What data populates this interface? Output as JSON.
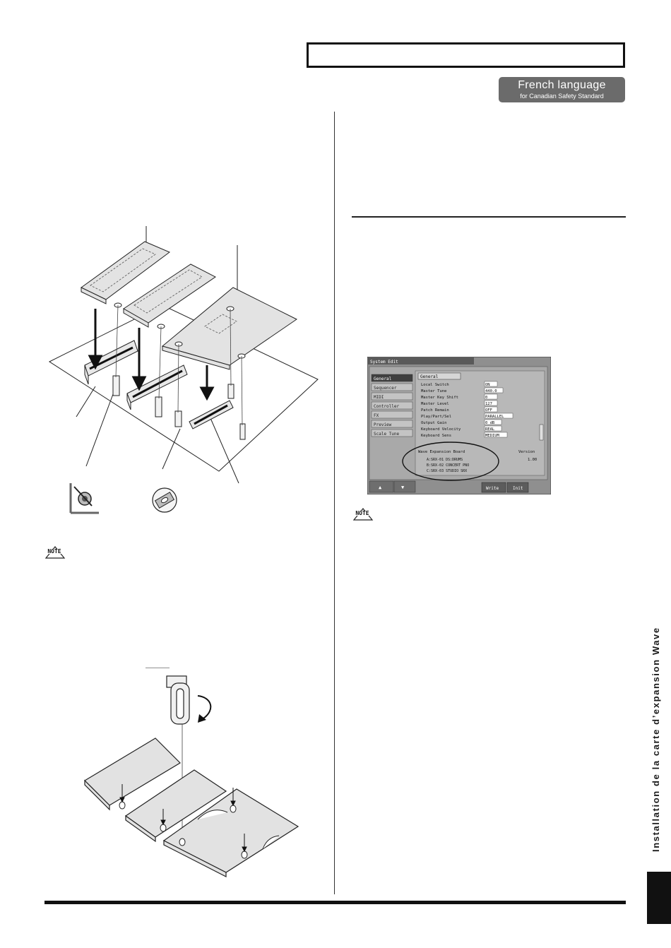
{
  "header": {
    "lang_title": "French language",
    "lang_subtitle": "for Canadian Safety Standard"
  },
  "side_tab": {
    "text": "Installation de la carte d’expansion Wave"
  },
  "screen": {
    "title": "System Edit",
    "menu": [
      "General",
      "Sequencer",
      "MIDI",
      "Controller",
      "FX",
      "Preview",
      "Scale Tune"
    ],
    "panel_title": "General",
    "params": [
      {
        "label": "Local Switch",
        "value": "ON"
      },
      {
        "label": "Master Tune",
        "value": "440.0"
      },
      {
        "label": "Master Key Shift",
        "value": "0"
      },
      {
        "label": "Master Level",
        "value": "127"
      },
      {
        "label": "Patch Remain",
        "value": "OFF"
      },
      {
        "label": "Play/Part/Sel",
        "value": "PARALLEL"
      },
      {
        "label": "Output Gain",
        "value": "0 dB"
      },
      {
        "label": "Keyboard Velocity",
        "value": "REAL"
      },
      {
        "label": "Keyboard Sens",
        "value": "MEDIUM"
      }
    ],
    "board_title": "Wave Expansion Board",
    "version_label": "Version",
    "version_value": "1.00",
    "boards": [
      "A:SRX-01 DS:DRUMS",
      "B:SRX-02 CONCERT PNO",
      "C:SRX-03 STUDIO SRX"
    ],
    "buttons": [
      "▲",
      "▼",
      "Write",
      "Init"
    ]
  }
}
